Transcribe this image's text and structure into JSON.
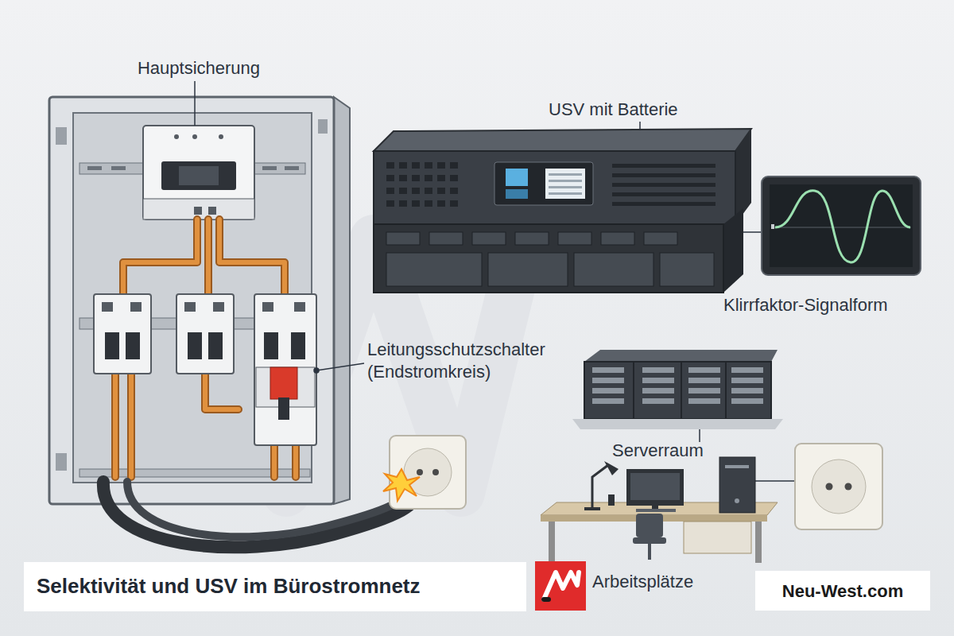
{
  "diagram": {
    "title": "Selektivität und USV im Bürostromnetz",
    "labels": [
      "Hauptsicherung",
      "USV mit Batterie",
      "Klirrfaktor-Signalform",
      "Leitungsschutzschalter (Endstromkreis)",
      "Serverraum",
      "Arbeitsplätze",
      "Neu-West.com"
    ]
  }
}
